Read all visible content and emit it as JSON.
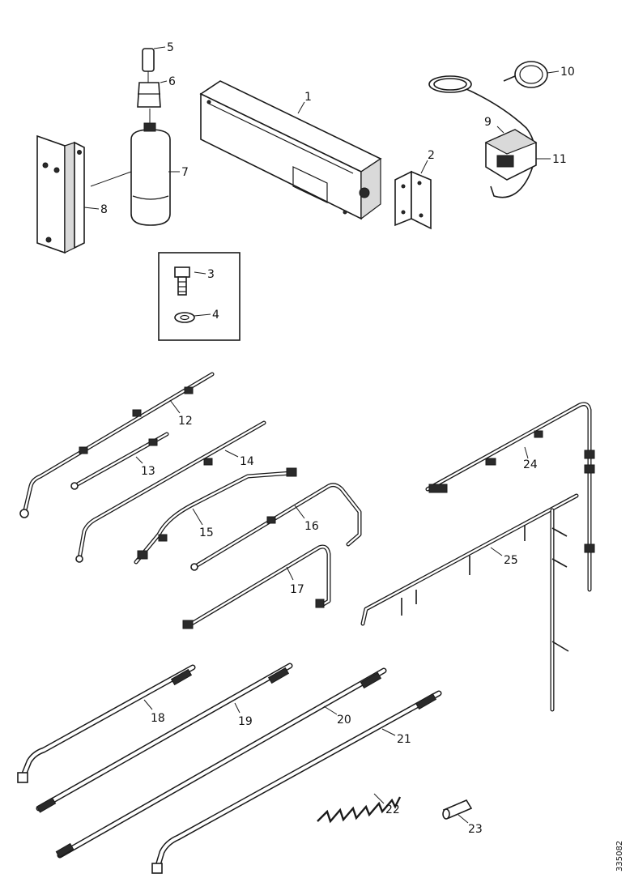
{
  "diagram": {
    "drawing_number": "335082",
    "callouts": [
      "1",
      "2",
      "3",
      "4",
      "5",
      "6",
      "7",
      "8",
      "9",
      "10",
      "11",
      "12",
      "13",
      "14",
      "15",
      "16",
      "17",
      "18",
      "19",
      "20",
      "21",
      "22",
      "23",
      "24",
      "25"
    ]
  }
}
